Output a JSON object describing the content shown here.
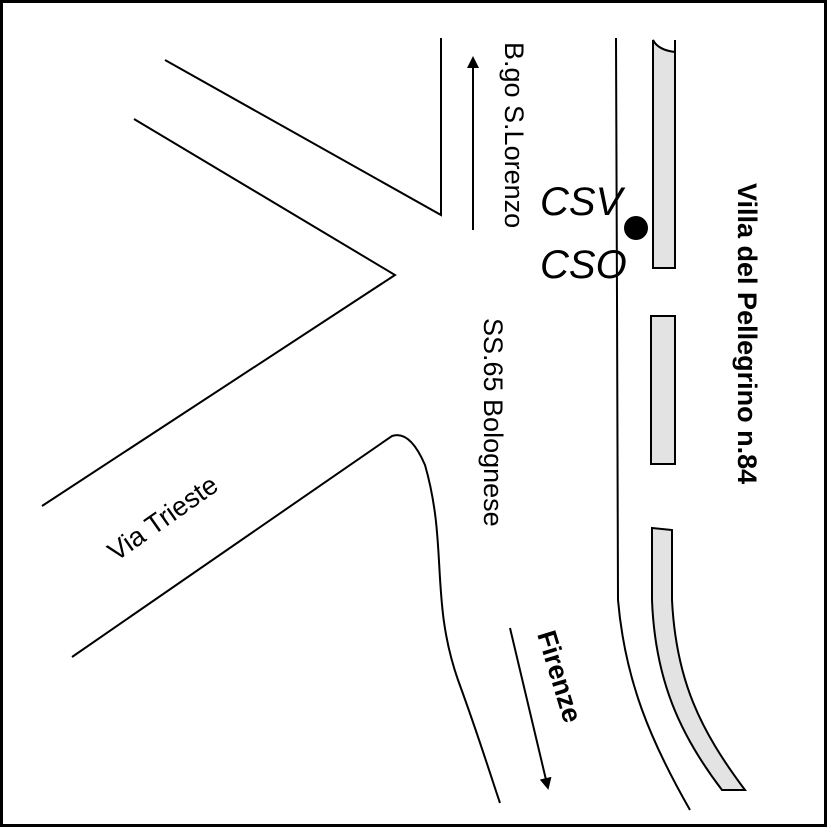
{
  "map": {
    "labels": {
      "street_borgo": "B.go S.Lorenzo",
      "org_csv": "CSV",
      "org_cso": "CSO",
      "street_villa": "Villa del Pellegrino n.84",
      "street_ss65": "SS.65 Bolognese",
      "street_trieste": "Via Trieste",
      "direction_firenze": "Firenze"
    },
    "colors": {
      "median": "#e3e3e3",
      "line": "#000000",
      "background": "#ffffff"
    },
    "icons": {
      "location_marker": "filled-circle",
      "arrow_up": "arrow-up-icon",
      "arrow_down": "arrow-down-icon"
    }
  }
}
